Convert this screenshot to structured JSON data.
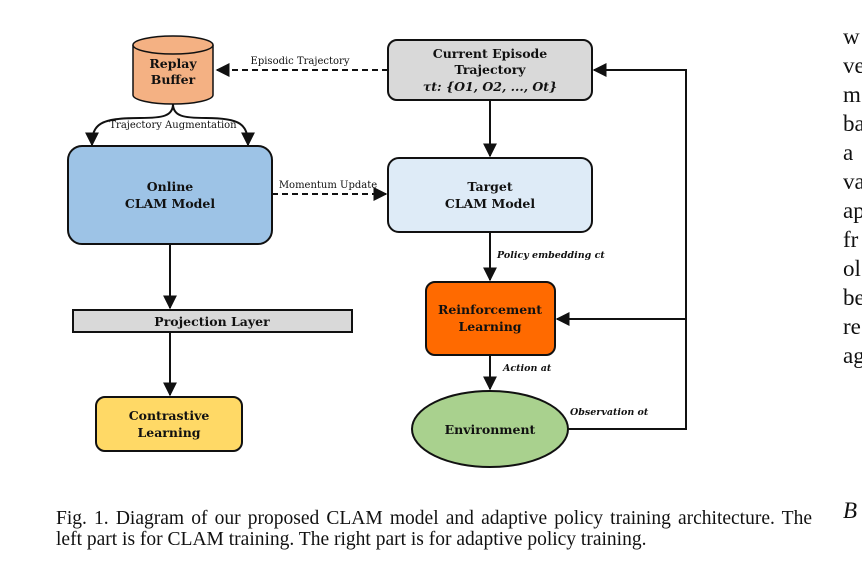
{
  "figure": {
    "nodes": {
      "replay_buffer": [
        "Replay",
        "Buffer"
      ],
      "current_episode": [
        "Current Episode",
        "Trajectory",
        "τt: {O1, O2, ..., Ot}"
      ],
      "online_clam": [
        "Online",
        "CLAM Model"
      ],
      "target_clam": [
        "Target",
        "CLAM Model"
      ],
      "projection_layer": "Projection Layer",
      "reinforcement_learning": [
        "Reinforcement",
        "Learning"
      ],
      "contrastive_learning": [
        "Contrastive",
        "Learning"
      ],
      "environment": "Environment"
    },
    "edges": {
      "episodic_trajectory": "Episodic Trajectory",
      "trajectory_augmentation": "Trajectory Augmentation",
      "momentum_update": "Momentum Update",
      "policy_embedding": "Policy embedding ct",
      "action": "Action at",
      "observation": "Observation ot"
    },
    "colors": {
      "replay_buffer": "#f4b183",
      "current_episode": "#d9d9d9",
      "online_clam": "#9dc3e6",
      "target_clam": "#deebf7",
      "projection_layer": "#d9d9d9",
      "reinforcement_learning": "#ff6a00",
      "contrastive_learning": "#ffd966",
      "environment": "#a9d18e"
    }
  },
  "caption": "Fig. 1.  Diagram of our proposed CLAM model and adaptive policy training architecture. The left part is for CLAM training. The right part is for adaptive policy training.",
  "side_text": {
    "lines": [
      "w",
      "ve",
      "m",
      "ba",
      "a",
      "va",
      "ap",
      "fr",
      "ol",
      "be",
      "re",
      "ag"
    ],
    "section": "B"
  }
}
